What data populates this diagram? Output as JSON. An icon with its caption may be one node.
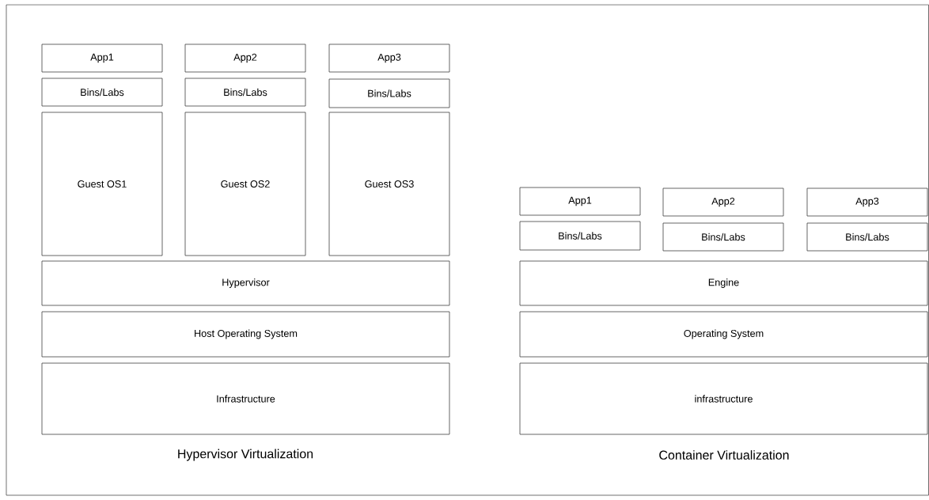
{
  "diagram": {
    "nodes": [
      {
        "text": [
          "App1"
        ]
      },
      {
        "text": [
          "App2"
        ]
      },
      {
        "text": [
          "App3"
        ]
      },
      {
        "text": [
          "Bins/Labs"
        ]
      },
      {
        "text": [
          "Bins/Labs"
        ]
      },
      {
        "text": [
          "Bins/Labs"
        ]
      },
      {
        "text": [
          "Guest OS1"
        ]
      },
      {
        "text": [
          "Guest OS2"
        ]
      },
      {
        "text": [
          "Guest OS3"
        ]
      },
      {
        "text": [
          "Hypervisor"
        ]
      },
      {
        "text": [
          "Host Operating System"
        ]
      },
      {
        "text": [
          "Infrastructure"
        ]
      },
      {
        "text": [
          "App1"
        ]
      },
      {
        "text": [
          "App2"
        ]
      },
      {
        "text": [
          "App3"
        ]
      },
      {
        "text": [
          "Bins/Labs"
        ]
      },
      {
        "text": [
          "Bins/Labs"
        ]
      },
      {
        "text": [
          "Bins/Labs"
        ]
      },
      {
        "text": [
          "Engine"
        ]
      },
      {
        "text": [
          "Operating System"
        ]
      },
      {
        "text": [
          "infrastructure"
        ]
      }
    ],
    "labels": [
      "Hypervisor Virtualization",
      "Container Virtualization"
    ]
  }
}
